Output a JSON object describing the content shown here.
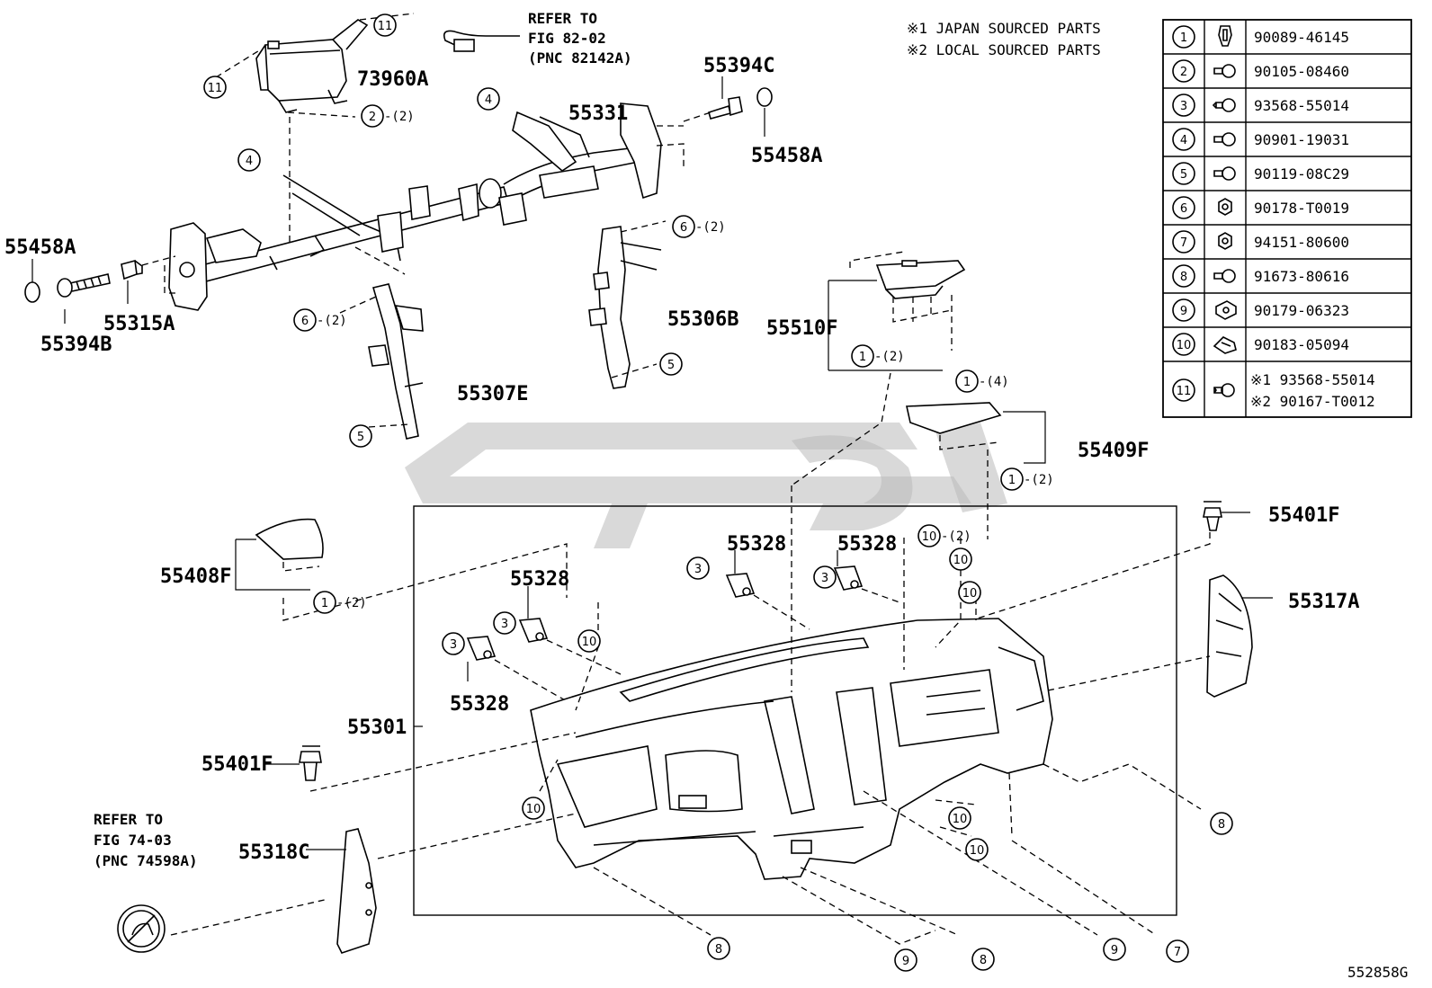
{
  "refer_notes": {
    "top": [
      "REFER TO",
      "FIG 82-02",
      "(PNC 82142A)"
    ],
    "bottom": [
      "REFER TO",
      "FIG 74-03",
      "(PNC 74598A)"
    ]
  },
  "source_notes": [
    "※1 JAPAN SOURCED PARTS",
    "※2 LOCAL SOURCED PARTS"
  ],
  "part_labels": {
    "p73960A": "73960A",
    "p55331": "55331",
    "p55394C": "55394C",
    "p55458A_right": "55458A",
    "p55458A_left": "55458A",
    "p55394B": "55394B",
    "p55315A": "55315A",
    "p55306B": "55306B",
    "p55307E": "55307E",
    "p55510F": "55510F",
    "p55409F": "55409F",
    "p55401F_right": "55401F",
    "p55317A": "55317A",
    "p55408F": "55408F",
    "p55328_a": "55328",
    "p55328_b": "55328",
    "p55328_c": "55328",
    "p55328_d": "55328",
    "p55301": "55301",
    "p55401F_left": "55401F",
    "p55318C": "55318C"
  },
  "fasteners_table": {
    "rows": [
      {
        "no": "1",
        "part": "90089-46145",
        "icon": "clip-icon"
      },
      {
        "no": "2",
        "part": "90105-08460",
        "icon": "bolt-icon"
      },
      {
        "no": "3",
        "part": "93568-55014",
        "icon": "screw-icon"
      },
      {
        "no": "4",
        "part": "90901-19031",
        "icon": "bolt-icon"
      },
      {
        "no": "5",
        "part": "90119-08C29",
        "icon": "bolt-icon"
      },
      {
        "no": "6",
        "part": "90178-T0019",
        "icon": "nut-icon"
      },
      {
        "no": "7",
        "part": "94151-80600",
        "icon": "nut-icon"
      },
      {
        "no": "8",
        "part": "91673-80616",
        "icon": "bolt-icon"
      },
      {
        "no": "9",
        "part": "90179-06323",
        "icon": "nut-plate-icon"
      },
      {
        "no": "10",
        "part": "90183-05094",
        "icon": "clip-nut-icon"
      }
    ],
    "row11": {
      "no": "11",
      "part_japan": "※1 93568-55014",
      "part_local": "※2 90167-T0012",
      "icon": "screw-icon"
    }
  },
  "callouts": {
    "c11a": "11",
    "c11b": "11",
    "c2a": "2",
    "q2a": "-(2)",
    "c4a": "4",
    "c4b": "4",
    "c6a": "6",
    "q6a": "-(2)",
    "c6b": "6",
    "q6b": "-(2)",
    "c5a": "5",
    "c5b": "5",
    "c1a": "1",
    "q1a": "-(2)",
    "c1b": "1",
    "q1b": "-(4)",
    "c1c": "1",
    "q1c": "-(2)",
    "c1d": "1",
    "q1d": "-(2)",
    "c10a": "10",
    "q10a": "-(2)",
    "c10b": "10",
    "c10c": "10",
    "c10d": "10",
    "c10e": "10",
    "c10f": "10",
    "c10g": "10",
    "c3a": "3",
    "c3b": "3",
    "c3c": "3",
    "c3d": "3",
    "c8a": "8",
    "c8b": "8",
    "c8c": "8",
    "c9a": "9",
    "c9b": "9",
    "c7a": "7"
  },
  "figure_id": "552858G"
}
